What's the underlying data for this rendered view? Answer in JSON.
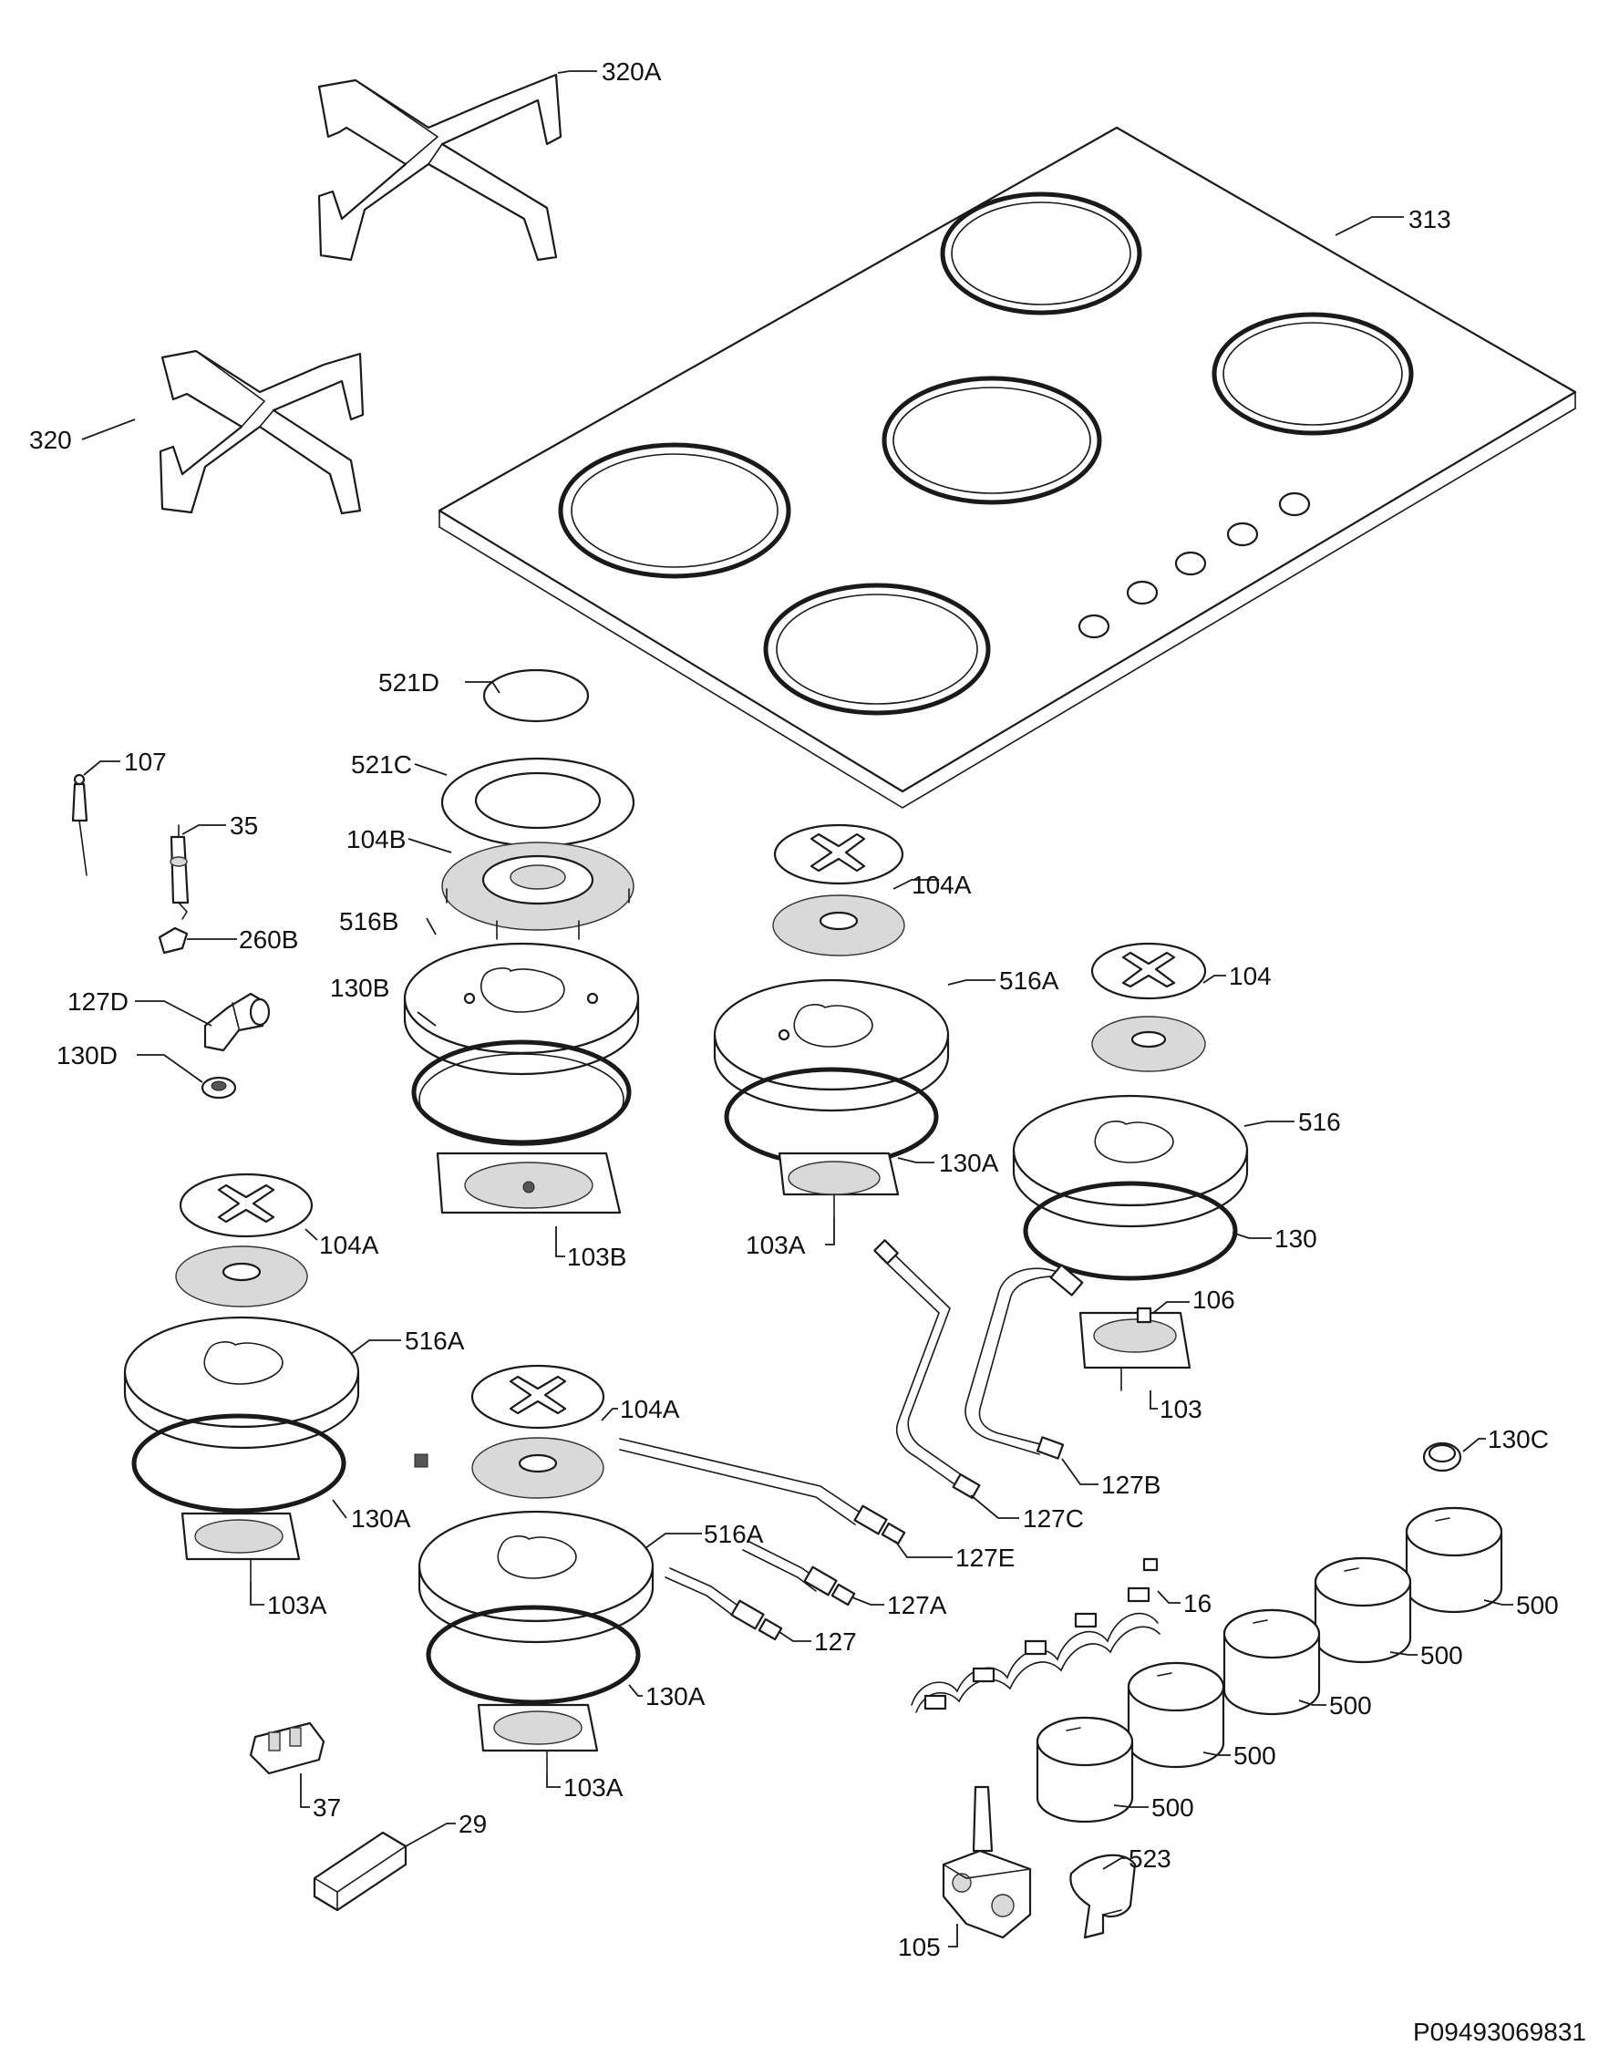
{
  "labels": {
    "l320A": "320A",
    "l313": "313",
    "l320": "320",
    "l521D": "521D",
    "l521C": "521C",
    "l107": "107",
    "l35": "35",
    "l104B": "104B",
    "l104A_c": "104A",
    "l516B": "516B",
    "l260B": "260B",
    "l127D": "127D",
    "l130B": "130B",
    "l516A_c": "516A",
    "l104": "104",
    "l130D": "130D",
    "l516": "516",
    "l130A_c": "130A",
    "l104A_l": "104A",
    "l103B": "103B",
    "l103A_c": "103A",
    "l130": "130",
    "l106": "106",
    "l516A_l": "516A",
    "l104A_m": "104A",
    "l103": "103",
    "l130C": "130C",
    "l127B": "127B",
    "l130A_l": "130A",
    "l516A_m": "516A",
    "l127C": "127C",
    "l127E": "127E",
    "l103A_l": "103A",
    "l16": "16",
    "l127A": "127A",
    "l500_a": "500",
    "l500_b": "500",
    "l127": "127",
    "l500_c": "500",
    "l130A_m": "130A",
    "l500_d": "500",
    "l103A_m": "103A",
    "l500_e": "500",
    "l37": "37",
    "l29": "29",
    "l523": "523",
    "l105": "105"
  },
  "document_id": "P09493069831"
}
